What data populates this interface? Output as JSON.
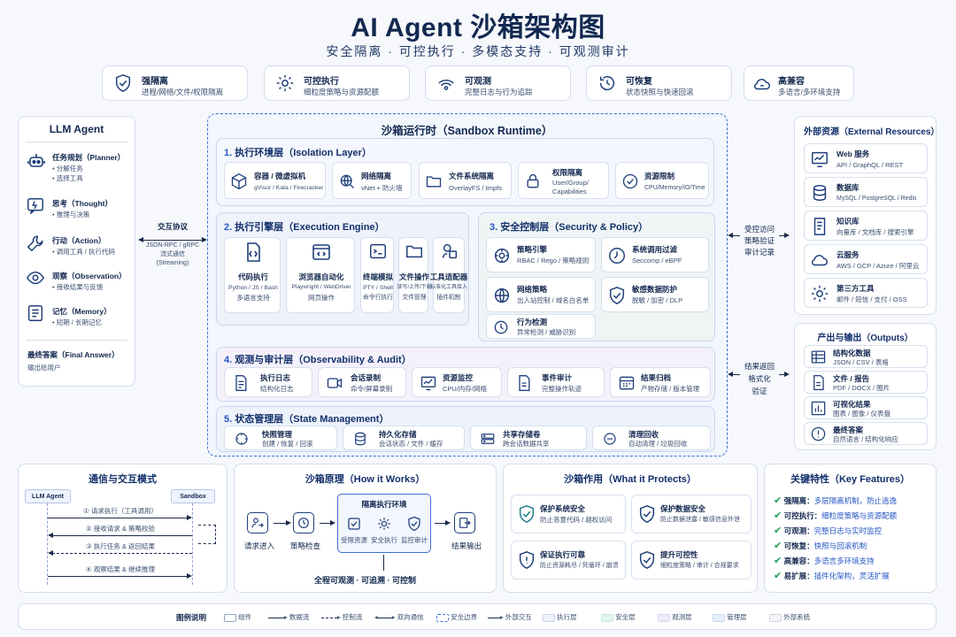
{
  "header": {
    "title": "AI Agent 沙箱架构图",
    "subtitle": "安全隔离 · 可控执行 · 多模态支持 · 可观测审计"
  },
  "features": [
    {
      "icon": "shield-check-icon",
      "title": "强隔离",
      "desc": "进程/网络/文件/权限隔离"
    },
    {
      "icon": "gear-icon",
      "title": "可控执行",
      "desc": "细粒度策略与资源配额"
    },
    {
      "icon": "signal-icon",
      "title": "可观测",
      "desc": "完整日志与行为追踪"
    },
    {
      "icon": "restore-icon",
      "title": "可恢复",
      "desc": "状态快照与快速回滚"
    },
    {
      "icon": "cloud-icon",
      "title": "高兼容",
      "desc": "多语言/多环境支持"
    }
  ],
  "llm_agent": {
    "title": "LLM Agent",
    "items": [
      {
        "icon": "robot-icon",
        "title": "任务规划（Planner）",
        "lines": [
          "• 分解任务",
          "• 选择工具"
        ]
      },
      {
        "icon": "thought-icon",
        "title": "思考（Thought）",
        "lines": [
          "• 推理与决策"
        ]
      },
      {
        "icon": "wrench-icon",
        "title": "行动（Action）",
        "lines": [
          "• 调用工具 / 执行代码"
        ]
      },
      {
        "icon": "eye-icon",
        "title": "观察（Observation）",
        "lines": [
          "• 接收结果与反馈"
        ]
      },
      {
        "icon": "memory-icon",
        "title": "记忆（Memory）",
        "lines": [
          "• 短期 / 长期记忆"
        ]
      }
    ],
    "final_title": "最终答案（Final Answer）",
    "final_desc": "输出给用户"
  },
  "protocol": {
    "title": "交互协议",
    "lines": [
      "JSON-RPC / gRPC",
      "流式通信",
      "(Streaming)"
    ]
  },
  "runtime": {
    "title": "沙箱运行时（Sandbox Runtime）",
    "isolation": {
      "num": "1.",
      "title": "执行环境层（Isolation Layer）",
      "items": [
        {
          "icon": "cube-icon",
          "title": "容器 / 微虚拟机",
          "desc": "gVisor / Kata / Firecracker"
        },
        {
          "icon": "globe-icon",
          "title": "网络隔离",
          "desc": "vNet + 防火墙"
        },
        {
          "icon": "folder-icon",
          "title": "文件系统隔离",
          "desc": "OverlayFS / tmpfs"
        },
        {
          "icon": "lock-icon",
          "title": "权限隔离",
          "desc": "User/Group/",
          "desc2": "Capabilities"
        },
        {
          "icon": "check-circle-icon",
          "title": "资源限制",
          "desc": "CPU/Memory/IO/Time"
        }
      ]
    },
    "execution": {
      "num": "2.",
      "title": "执行引擎层（Execution Engine）",
      "items": [
        {
          "icon": "code-file-icon",
          "title": "代码执行",
          "desc": "Python / JS / Bash",
          "desc2": "多语言支持"
        },
        {
          "icon": "browser-icon",
          "title": "浏览器自动化",
          "desc": "Playwright / WebDriver",
          "desc2": "网页操作"
        },
        {
          "icon": "terminal-icon",
          "title": "终端模拟",
          "desc": "PTY / Shell",
          "desc2": "命令行执行"
        },
        {
          "icon": "file-ops-icon",
          "title": "文件操作",
          "desc": "读写/上传/下载",
          "desc2": "文件管理"
        },
        {
          "icon": "plugin-icon",
          "title": "工具适配器",
          "desc": "标准化工具接入",
          "desc2": "插件机制"
        }
      ]
    },
    "security": {
      "num": "3.",
      "title": "安全控制层（Security & Policy）",
      "items": [
        {
          "icon": "policy-gear-icon",
          "title": "策略引擎",
          "desc": "RBAC / Rego / 策略规则"
        },
        {
          "icon": "filter-icon",
          "title": "系统调用过滤",
          "desc": "Seccomp / eBPF"
        },
        {
          "icon": "network-policy-icon",
          "title": "网络策略",
          "desc": "出入站控制 / 域名白名单"
        },
        {
          "icon": "sensitive-shield-icon",
          "title": "敏感数据防护",
          "desc": "脱敏 / 加密 / DLP"
        },
        {
          "icon": "behavior-icon",
          "title": "行为检测",
          "desc": "异常检测 / 威胁识别"
        }
      ]
    },
    "observability": {
      "num": "4.",
      "title": "观测与审计层（Observability & Audit）",
      "items": [
        {
          "icon": "log-icon",
          "title": "执行日志",
          "desc": "结构化日志"
        },
        {
          "icon": "video-icon",
          "title": "会话录制",
          "desc": "命令/屏幕录制"
        },
        {
          "icon": "monitor-icon",
          "title": "资源监控",
          "desc": "CPU/内存/网络"
        },
        {
          "icon": "audit-icon",
          "title": "事件审计",
          "desc": "完整操作轨迹"
        },
        {
          "icon": "archive-icon",
          "title": "结果归档",
          "desc": "产物存储 / 版本管理"
        }
      ]
    },
    "state": {
      "num": "5.",
      "title": "状态管理层（State Management）",
      "items": [
        {
          "icon": "snapshot-icon",
          "title": "快照管理",
          "desc": "创建 / 恢复 / 回滚"
        },
        {
          "icon": "database-icon",
          "title": "持久化存储",
          "desc": "会话状态 / 文件 / 缓存"
        },
        {
          "icon": "shared-storage-icon",
          "title": "共享存储卷",
          "desc": "跨会话数据共享"
        },
        {
          "icon": "cleanup-icon",
          "title": "清理回收",
          "desc": "自动清理 / 垃圾回收"
        }
      ]
    }
  },
  "access_control": {
    "lines": [
      "受控访问",
      "策略验证",
      "审计记录"
    ]
  },
  "result_return": {
    "lines": [
      "结果返回",
      "格式化",
      "验证"
    ]
  },
  "external": {
    "title": "外部资源（External Resources）",
    "items": [
      {
        "icon": "web-icon",
        "title": "Web 服务",
        "desc": "API / GraphQL / REST"
      },
      {
        "icon": "database-icon",
        "title": "数据库",
        "desc": "MySQL / PostgreSQL / Redis"
      },
      {
        "icon": "book-icon",
        "title": "知识库",
        "desc": "向量库 / 文档库 / 搜索引擎"
      },
      {
        "icon": "cloud-icon",
        "title": "云服务",
        "desc": "AWS / GCP / Azure / 阿里云"
      },
      {
        "icon": "tools-icon",
        "title": "第三方工具",
        "desc": "邮件 / 短信 / 支付 / OSS"
      }
    ]
  },
  "outputs": {
    "title": "产出与输出（Outputs）",
    "items": [
      {
        "icon": "table-icon",
        "title": "结构化数据",
        "desc": "JSON / CSV / 表格"
      },
      {
        "icon": "document-icon",
        "title": "文件 / 报告",
        "desc": "PDF / DOCX / 图片"
      },
      {
        "icon": "bar-chart-icon",
        "title": "可视化结果",
        "desc": "图表 / 图像 / 仪表盘"
      },
      {
        "icon": "answer-icon",
        "title": "最终答案",
        "desc": "自然语言 / 结构化响应"
      }
    ]
  },
  "comm": {
    "title": "通信与交互模式",
    "left": "LLM Agent",
    "right": "Sandbox",
    "steps": [
      "① 请求执行（工具调用）",
      "② 接收请求 & 策略校验",
      "③ 执行任务 & 返回结果",
      "④ 观察结果 & 继续推理"
    ]
  },
  "how": {
    "title": "沙箱原理（How it Works）",
    "request": "请求进入",
    "check": "策略检查",
    "env_title": "隔离执行环境",
    "env_items": [
      "受限资源",
      "安全执行",
      "监控审计"
    ],
    "output": "结果输出",
    "footer": "全程可观测 · 可追溯 · 可控制"
  },
  "protects": {
    "title": "沙箱作用（What it Protects）",
    "items": [
      {
        "icon": "host-shield-icon",
        "title": "保护系统安全",
        "desc": "防止恶意代码 / 越权访问"
      },
      {
        "icon": "data-shield-icon",
        "title": "保护数据安全",
        "desc": "防止数据泄露 / 敏感信息外泄"
      },
      {
        "icon": "exec-shield-icon",
        "title": "保证执行可靠",
        "desc": "防止资源耗尽 / 死循环 / 崩溃"
      },
      {
        "icon": "control-shield-icon",
        "title": "提升可控性",
        "desc": "细粒度策略 / 审计 / 合规要求"
      }
    ]
  },
  "key_features": {
    "title": "关键特性（Key Features）",
    "items": [
      {
        "k": "强隔离：",
        "v": "多层隔离机制，防止逃逸"
      },
      {
        "k": "可控执行：",
        "v": "细粒度策略与资源配额"
      },
      {
        "k": "可观测：",
        "v": "完整日志与实时监控"
      },
      {
        "k": "可恢复：",
        "v": "快照与回滚机制"
      },
      {
        "k": "高兼容：",
        "v": "多语言多环境支持"
      },
      {
        "k": "易扩展：",
        "v": "插件化架构，灵活扩展"
      }
    ]
  },
  "legend": {
    "title": "图例说明",
    "items": [
      "组件",
      "数据流",
      "控制流",
      "双向通信",
      "安全边界",
      "外部交互",
      "执行层",
      "安全层",
      "观测层",
      "管理层",
      "外部系统"
    ]
  },
  "colors": {
    "accent": "#2556c4",
    "border": "#d5deee",
    "check": "#1f9d55",
    "execution_fill": "#eef2fb",
    "security_fill": "#e8f6f3",
    "observe_fill": "#f3eefb",
    "manage_fill": "#eaf1fb"
  }
}
